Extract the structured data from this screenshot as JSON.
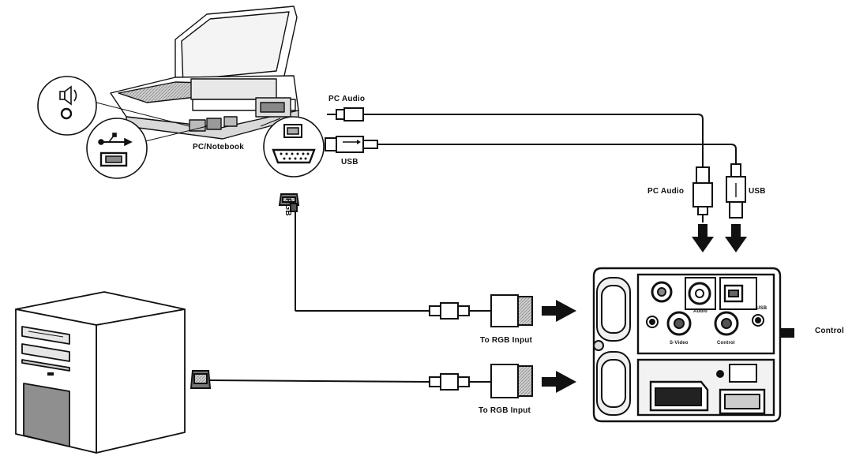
{
  "labels": {
    "pc_audio_top": "PC Audio",
    "pc_notebook": "PC/Notebook",
    "usb_top": "USB",
    "rgb_vertical": "RGB",
    "pc_audio_right": "PC Audio",
    "usb_right": "USB",
    "control": "Control",
    "to_rgb_input_1": "To RGB Input",
    "to_rgb_input_2": "To RGB Input"
  },
  "panel_labels": {
    "s_video": "S-Video",
    "control": "Control",
    "audio": "Audio",
    "usb": "USB"
  },
  "colors": {
    "line": "#111111",
    "fill_light": "#e6e6e6",
    "fill_mid": "#bdbdbd",
    "fill_dark": "#8f8f8f"
  },
  "icons": [
    "speaker-icon",
    "usb-icon",
    "vga-port-icon",
    "vga-plug-icon",
    "tower-pc-icon",
    "laptop-icon",
    "projector-panel-icon",
    "arrow-icon"
  ]
}
